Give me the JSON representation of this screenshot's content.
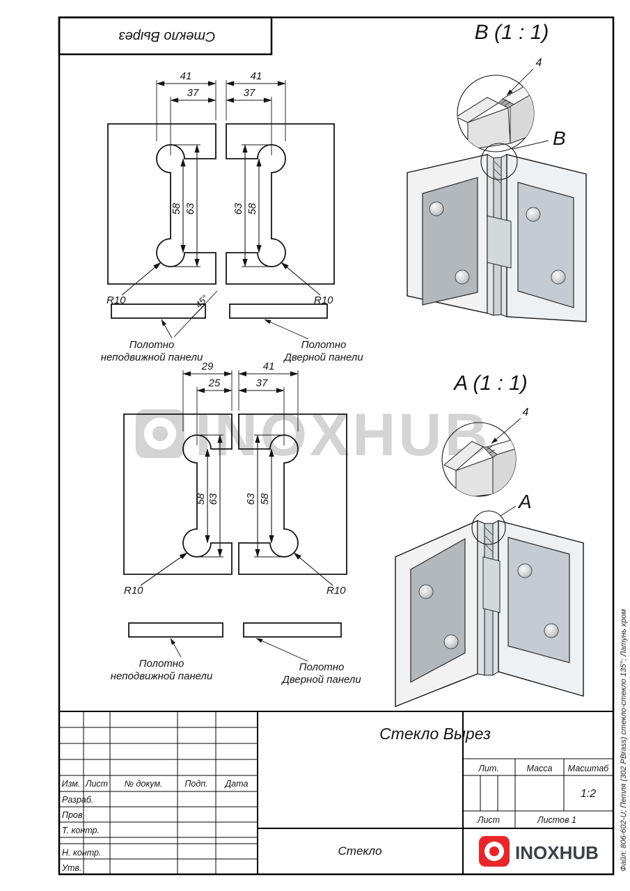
{
  "stamp": {
    "rotated_title": "Стекло Вырез"
  },
  "watermark": {
    "brand": "INOXHUB"
  },
  "details": {
    "b_title": "B (1 : 1)",
    "b_letter": "B",
    "b_gap_dim": "4",
    "a_title": "A (1 : 1)",
    "a_letter": "A",
    "a_gap_dim": "4"
  },
  "annotations": {
    "bevel_angle": "45°",
    "fixed_panel_line1": "Полотно",
    "fixed_panel_line2": "неподвижной панели",
    "door_panel_line1": "Полотно",
    "door_panel_line2": "Дверной панели"
  },
  "profiles": {
    "top_left": {
      "w1": "41",
      "w2": "37",
      "h_left": "58",
      "h_right": "63",
      "radius": "R10"
    },
    "top_right": {
      "w1": "41",
      "w2": "37",
      "h_left": "63",
      "h_right": "58",
      "radius": "R10"
    },
    "bottom_left": {
      "w1": "29",
      "w2": "25",
      "h_left": "58",
      "h_right": "63",
      "radius": "R10"
    },
    "bottom_right": {
      "w1": "41",
      "w2": "37",
      "h_left": "63",
      "h_right": "58",
      "radius": "R10"
    }
  },
  "title_block": {
    "doc_title": "Стекло Вырез",
    "material": "Стекло",
    "columns": {
      "izm": "Изм.",
      "list": "Лист",
      "doc": "№ докум.",
      "podp": "Подп.",
      "data": "Дата"
    },
    "rows": {
      "razrab": "Разраб.",
      "prov": "Пров.",
      "tkontr": "Т. контр.",
      "nkontr": "Н. контр.",
      "utv": "Утв."
    },
    "lit_label": "Лит.",
    "mass_label": "Масса",
    "scale_label": "Масштаб",
    "scale_value": "1:2",
    "sheet_label": "Лист",
    "sheets_label": "Листов 1",
    "brand": "INOXHUB",
    "brand_color": "#e8262a"
  },
  "side_note": "Файл: 806-602-U; Петля (302 PBrass) стекло-стекло 135°; Латунь хром"
}
